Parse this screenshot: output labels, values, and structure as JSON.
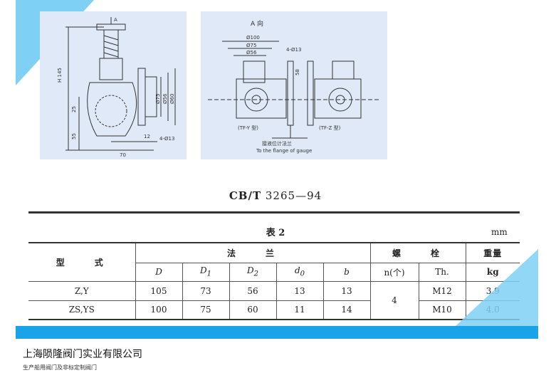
{
  "drawings": {
    "left": {
      "view_label": "A",
      "dims": [
        "H 145",
        "25",
        "55",
        "Ø75",
        "Ø56",
        "Ø60",
        "12",
        "4-Ø13",
        "70"
      ]
    },
    "right": {
      "view_label": "A 向",
      "dims": [
        "Ø100",
        "Ø75",
        "Ø56",
        "4-Ø13",
        "58"
      ],
      "type_left": "(TF-Y 型)",
      "type_right": "(TF-Z 型)",
      "flange_note_cn": "接液位计法兰",
      "flange_note_en": "To the flange of gauge"
    }
  },
  "standard": {
    "prefix": "CB/T",
    "number": "3265—94"
  },
  "table": {
    "title": "表 2",
    "unit": "mm",
    "header": {
      "type": "型　　式",
      "flange": "法　　兰",
      "bolt": "螺　　栓",
      "weight": "重量",
      "weight_unit": "kg",
      "D": "D",
      "D1": "D",
      "D1_sub": "1",
      "D2": "D",
      "D2_sub": "2",
      "d0": "d",
      "d0_sub": "0",
      "b": "b",
      "n": "n(个)",
      "th": "Th."
    },
    "rows": [
      {
        "type": "Z,Y",
        "D": "105",
        "D1": "73",
        "D2": "56",
        "d0": "13",
        "b": "13",
        "th": "M12",
        "weight": "3.9"
      },
      {
        "type": "ZS,YS",
        "D": "100",
        "D1": "75",
        "D2": "60",
        "d0": "11",
        "b": "14",
        "th": "M10",
        "weight": "4.0"
      }
    ],
    "n_shared": "4"
  },
  "footer": {
    "company": "上海陨隆阀门实业有限公司",
    "tagline": "生产船用阀门及非标定制阀门"
  },
  "colors": {
    "accent": "#1aa3e8",
    "accent_light": "#7fd0f5",
    "drawing_bg": "#dfe9f7"
  }
}
